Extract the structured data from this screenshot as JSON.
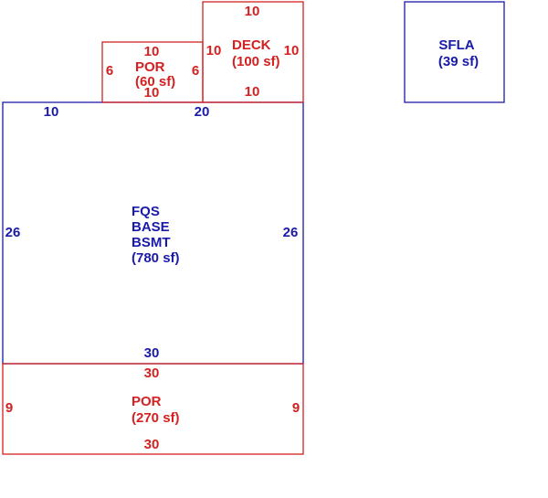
{
  "colors": {
    "living": "#1a1aa8",
    "exterior": "#d42020",
    "background": "#ffffff"
  },
  "sketch": {
    "base": {
      "label_lines": [
        "FQS",
        "BASE",
        "BSMT"
      ],
      "area": "(780 sf)",
      "dims": {
        "top_left": "10",
        "top_right": "20",
        "left": "26",
        "right": "26",
        "bottom": "30"
      }
    },
    "porch_small": {
      "label": "POR",
      "area": "(60 sf)",
      "dims": {
        "top": "10",
        "bottom": "10",
        "left": "6",
        "right": "6"
      }
    },
    "deck": {
      "label": "DECK",
      "area": "(100 sf)",
      "dims": {
        "top": "10",
        "bottom": "10",
        "left": "10",
        "right": "10"
      }
    },
    "porch_large": {
      "label": "POR",
      "area": "(270 sf)",
      "dims": {
        "top": "30",
        "bottom": "30",
        "left": "9",
        "right": "9"
      }
    },
    "sfla": {
      "label": "SFLA",
      "area": "(39 sf)"
    }
  }
}
